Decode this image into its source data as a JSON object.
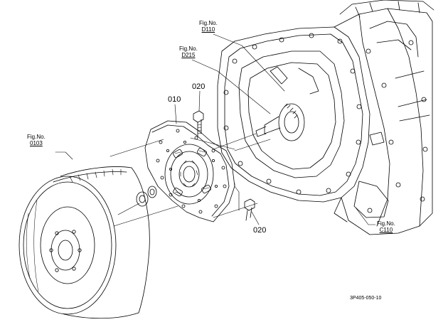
{
  "callouts": {
    "fig_d110": {
      "line1": "Fig.No.",
      "line2": "D110"
    },
    "fig_d215": {
      "line1": "Fig.No.",
      "line2": "D215"
    },
    "fig_0103": {
      "line1": "Fig.No.",
      "line2": "0103"
    },
    "fig_c110": {
      "line1": "Fig.No.",
      "line2": "C110"
    },
    "part_010": "010",
    "part_020_top": "020",
    "part_020_bottom": "020"
  },
  "drawing_code": "3P405-050-10"
}
